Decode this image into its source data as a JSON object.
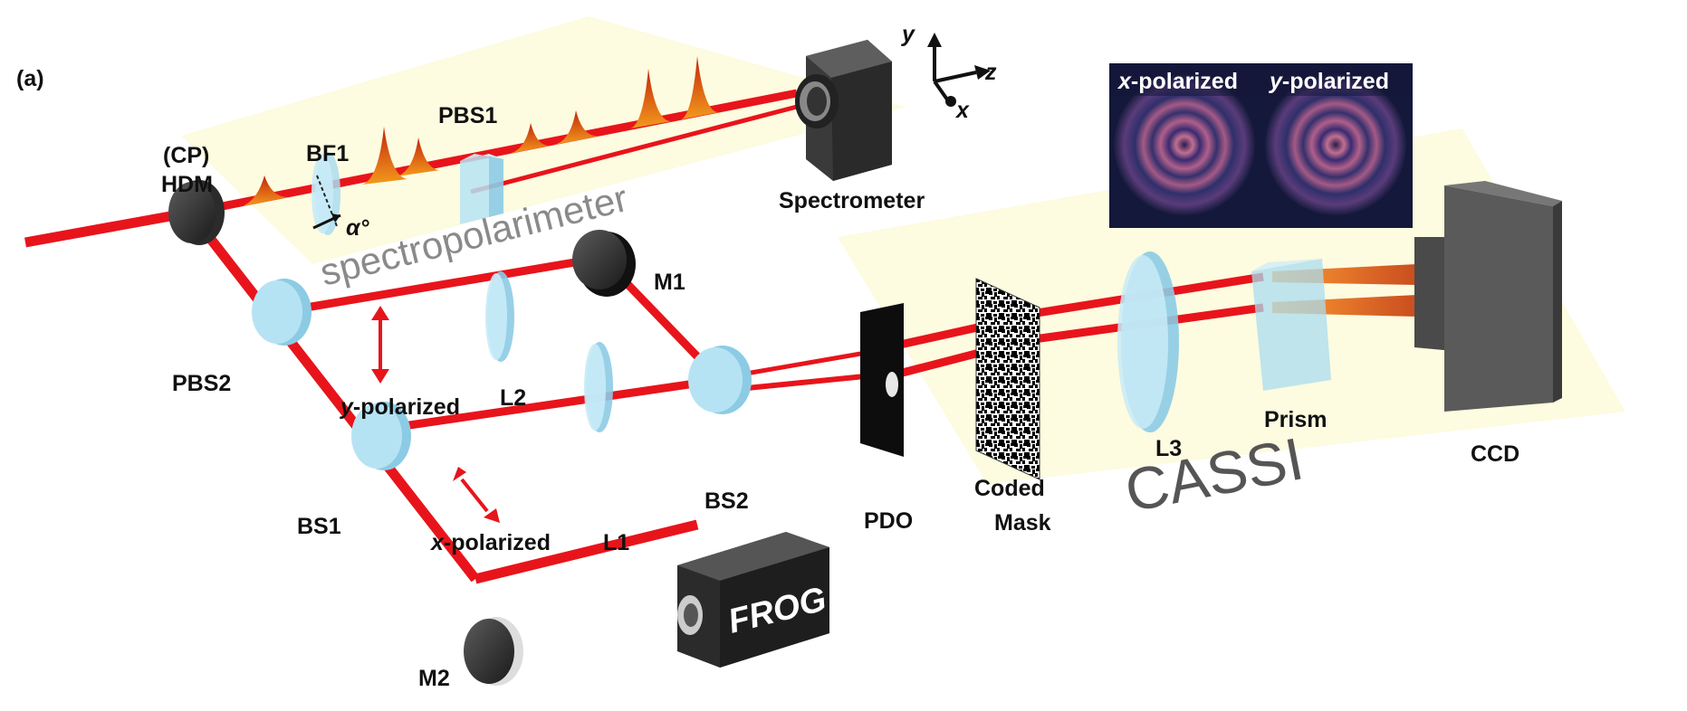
{
  "figure": {
    "panel_label": "(a)",
    "regions": {
      "spectropolarimeter": "spectropolarimeter",
      "cassi": "CASSI"
    },
    "components": {
      "hdm_top": "(CP)",
      "hdm": "HDM",
      "bf1": "BF1",
      "alpha": "α°",
      "pbs1": "PBS1",
      "spectrometer": "Spectrometer",
      "m1": "M1",
      "pbs2": "PBS2",
      "l2": "L2",
      "y_pol_prefix": "y",
      "y_pol_suffix": "-polarized",
      "bs1": "BS1",
      "x_pol_prefix": "x",
      "x_pol_suffix": "-polarized",
      "l1": "L1",
      "bs2": "BS2",
      "pdo": "PDO",
      "coded": "Coded",
      "mask": "Mask",
      "l3": "L3",
      "prism": "Prism",
      "ccd": "CCD",
      "m2": "M2",
      "frog": "FROG"
    },
    "axes": {
      "x": "x",
      "y": "y",
      "z": "z"
    },
    "inset": {
      "left_prefix": "x",
      "left_suffix": "-polarized",
      "right_prefix": "y",
      "right_suffix": "-polarized"
    },
    "colors": {
      "beam": "#e8141b",
      "panel_bg": "#fdfbe0",
      "optic": "#a9dcef",
      "inset_bg": "#14183a"
    }
  }
}
